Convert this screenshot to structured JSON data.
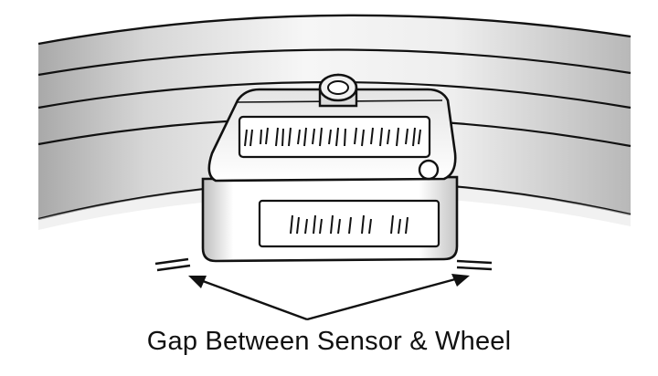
{
  "caption": "Gap Between Sensor & Wheel",
  "colors": {
    "ink": "#111111",
    "wheel_light": "#f4f4f4",
    "wheel_dark": "#bdbdbd",
    "sensor_body": "#ffffff",
    "sensor_shade": "#cfcfcf"
  },
  "icons": {
    "sensor": "tire-pressure-sensor",
    "pointer": "double-arrow"
  }
}
